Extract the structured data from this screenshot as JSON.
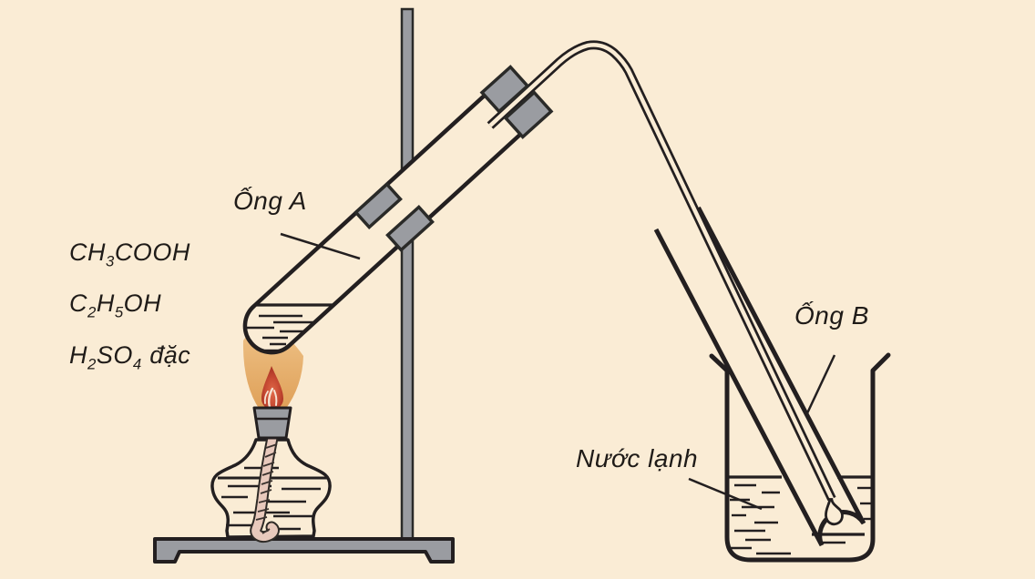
{
  "scene": {
    "labels": {
      "tube_a": "Ống A",
      "tube_b": "Ống B",
      "cold_water": "Nước lạnh"
    },
    "reagents": {
      "acetic_acid": {
        "parts": [
          "CH",
          "3",
          "COOH"
        ]
      },
      "ethanol": {
        "parts": [
          "C",
          "2",
          "H",
          "5",
          "OH"
        ]
      },
      "sulfuric_acid": {
        "parts": [
          "H",
          "2",
          "SO",
          "4"
        ],
        "suffix": "đặc"
      }
    },
    "colors": {
      "background": "#faecd5",
      "outline": "#231f20",
      "metal_gray": "#9a9ca1",
      "flame_outer": "#e2a45c",
      "flame_core": "#b23626",
      "wick_pink": "#e8c9bc"
    }
  }
}
